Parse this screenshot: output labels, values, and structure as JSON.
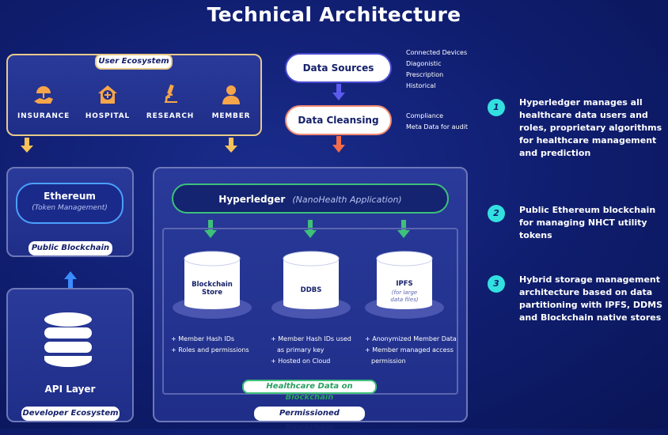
{
  "title": "Technical Architecture",
  "user_ecosystem": {
    "label": "User Ecosystem",
    "items": [
      {
        "label": "INSURANCE",
        "icon": "insurance-umbrella-hand-icon"
      },
      {
        "label": "HOSPITAL",
        "icon": "hospital-icon"
      },
      {
        "label": "RESEARCH",
        "icon": "microscope-icon"
      },
      {
        "label": "MEMBER",
        "icon": "person-icon"
      }
    ]
  },
  "data_sources": {
    "label": "Data Sources",
    "notes": [
      "Connected Devices",
      "Diagonistic",
      "Prescription",
      "Historical"
    ]
  },
  "data_cleansing": {
    "label": "Data Cleansing",
    "notes": [
      "Compliance",
      "Meta Data for audit"
    ]
  },
  "public_blockchain": {
    "label": "Public Blockchain",
    "ethereum": "Ethereum",
    "ethereum_sub": "(Token Management)"
  },
  "developer_ecosystem": {
    "label": "Developer Ecosystem",
    "api": "API Layer"
  },
  "permissioned": {
    "label": "Permissioned Blockchain",
    "hyperledger": "Hyperledger",
    "hyperledger_sub": "(NanoHealth Application)",
    "inner_label": "Healthcare Data on Blockchain",
    "stores": [
      {
        "name_line1": "Blockchain",
        "name_line2": "Store",
        "sub": "",
        "bullets": [
          "+ Member Hash IDs",
          "+ Roles and permissions"
        ]
      },
      {
        "name_line1": "DDBS",
        "name_line2": "",
        "sub": "",
        "bullets": [
          "+ Member Hash IDs used",
          "as primary key",
          "+ Hosted on Cloud"
        ]
      },
      {
        "name_line1": "IPFS",
        "name_line2": "",
        "sub": "(for large data files)",
        "bullets": [
          "+ Anonymized Member Data",
          "+ Member managed access",
          "permission"
        ]
      }
    ]
  },
  "points": [
    {
      "num": "1",
      "text": "Hyperledger manages all healthcare data users and roles, proprietary algorithms for healthcare management and prediction"
    },
    {
      "num": "2",
      "text": "Public Ethereum blockchain for managing NHCT utility tokens"
    },
    {
      "num": "3",
      "text": "Hybrid storage management architecture based on data partitioning with IPFS, DDMS and Blockchain native stores"
    }
  ],
  "colors": {
    "background": "#0f1d6e",
    "gold": "#e8c98a",
    "arrow_gold": "#f6c25a",
    "arrow_blue": "#3b8cff",
    "arrow_green": "#3ec07a",
    "arrow_orange": "#f26b4b",
    "accent_cyan": "#33e0e0"
  }
}
